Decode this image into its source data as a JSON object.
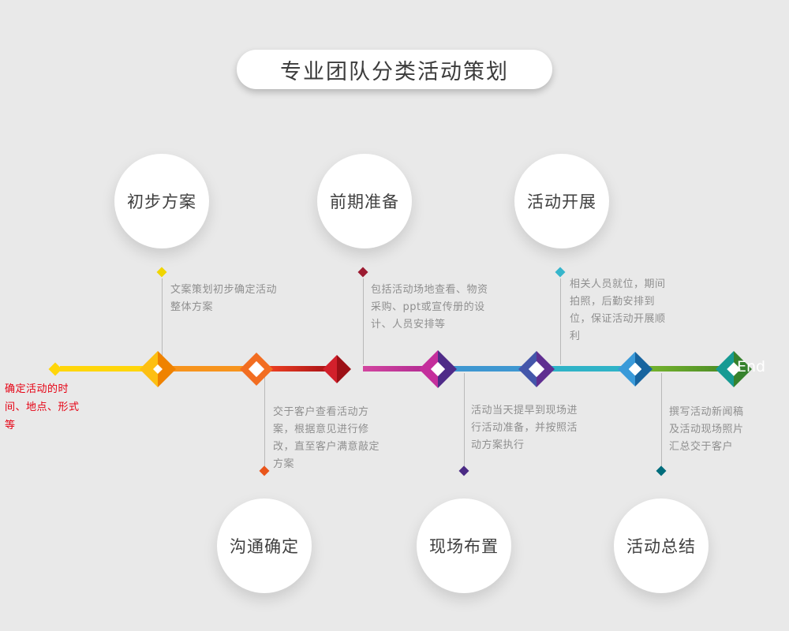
{
  "title": "专业团队分类活动策划",
  "start_note": "确定活动的时间、地点、形式等",
  "end_label": "End",
  "top_stages": [
    {
      "label": "初步方案",
      "desc": "文案策划初步确定活动整体方案"
    },
    {
      "label": "前期准备",
      "desc": "包括活动场地查看、物资采购、ppt或宣传册的设计、人员安排等"
    },
    {
      "label": "活动开展",
      "desc": "相关人员就位，期间拍照，后勤安排到位，保证活动开展顺利"
    }
  ],
  "bottom_stages": [
    {
      "label": "沟通确定",
      "desc": "交于客户查看活动方案，根据意见进行修改，直至客户满意敲定方案"
    },
    {
      "label": "现场布置",
      "desc": "活动当天提早到现场进行活动准备，并按照活动方案执行"
    },
    {
      "label": "活动总结",
      "desc": "撰写活动新闻稿及活动现场照片汇总交于客户"
    }
  ],
  "palette": {
    "yellow": "#ffd60a",
    "orange": "#f7941d",
    "orange_red": "#f26d21",
    "red": "#c0141f",
    "magenta": "#c42f9c",
    "purple": "#5f2e91",
    "blue": "#3a9ad9",
    "cyan": "#2fb3c7",
    "green": "#5a9e2f",
    "teal": "#006d7c",
    "background": "#e9e9e9",
    "note_red": "#e60012",
    "desc_gray": "#8f8f8f"
  }
}
